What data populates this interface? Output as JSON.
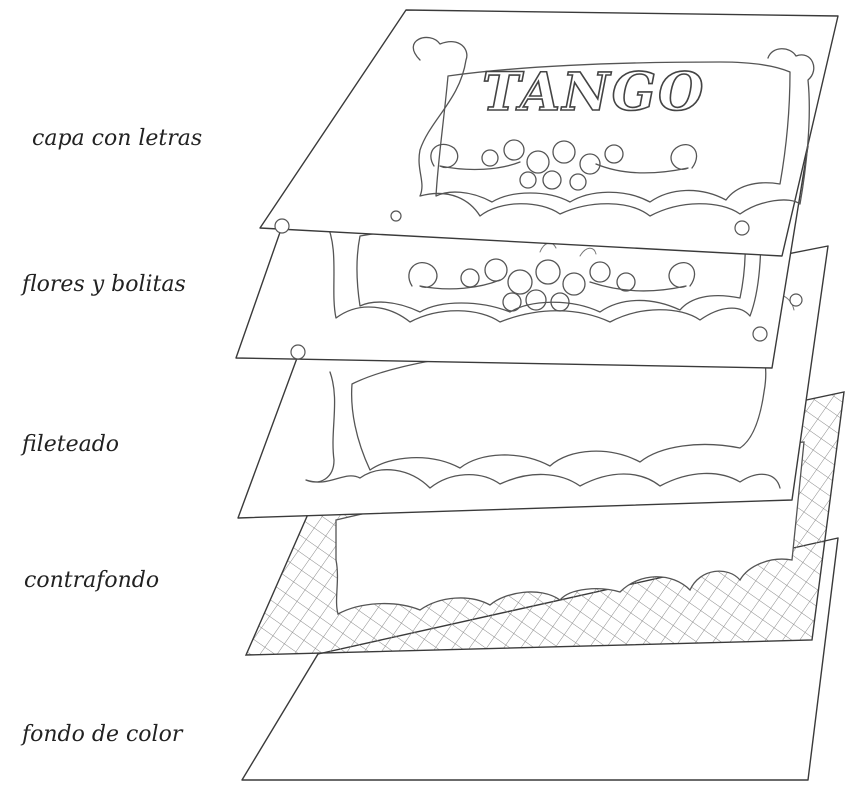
{
  "layers": [
    {
      "label": "capa con letras"
    },
    {
      "label": "flores y bolitas"
    },
    {
      "label": "fileteado"
    },
    {
      "label": "contrafondo"
    },
    {
      "label": "fondo de color"
    }
  ],
  "sign_text": "TANGO",
  "colors": {
    "line": "#3a3a3a",
    "ink": "#555555",
    "hatch": "#8a8a8a",
    "label": "#222222"
  }
}
